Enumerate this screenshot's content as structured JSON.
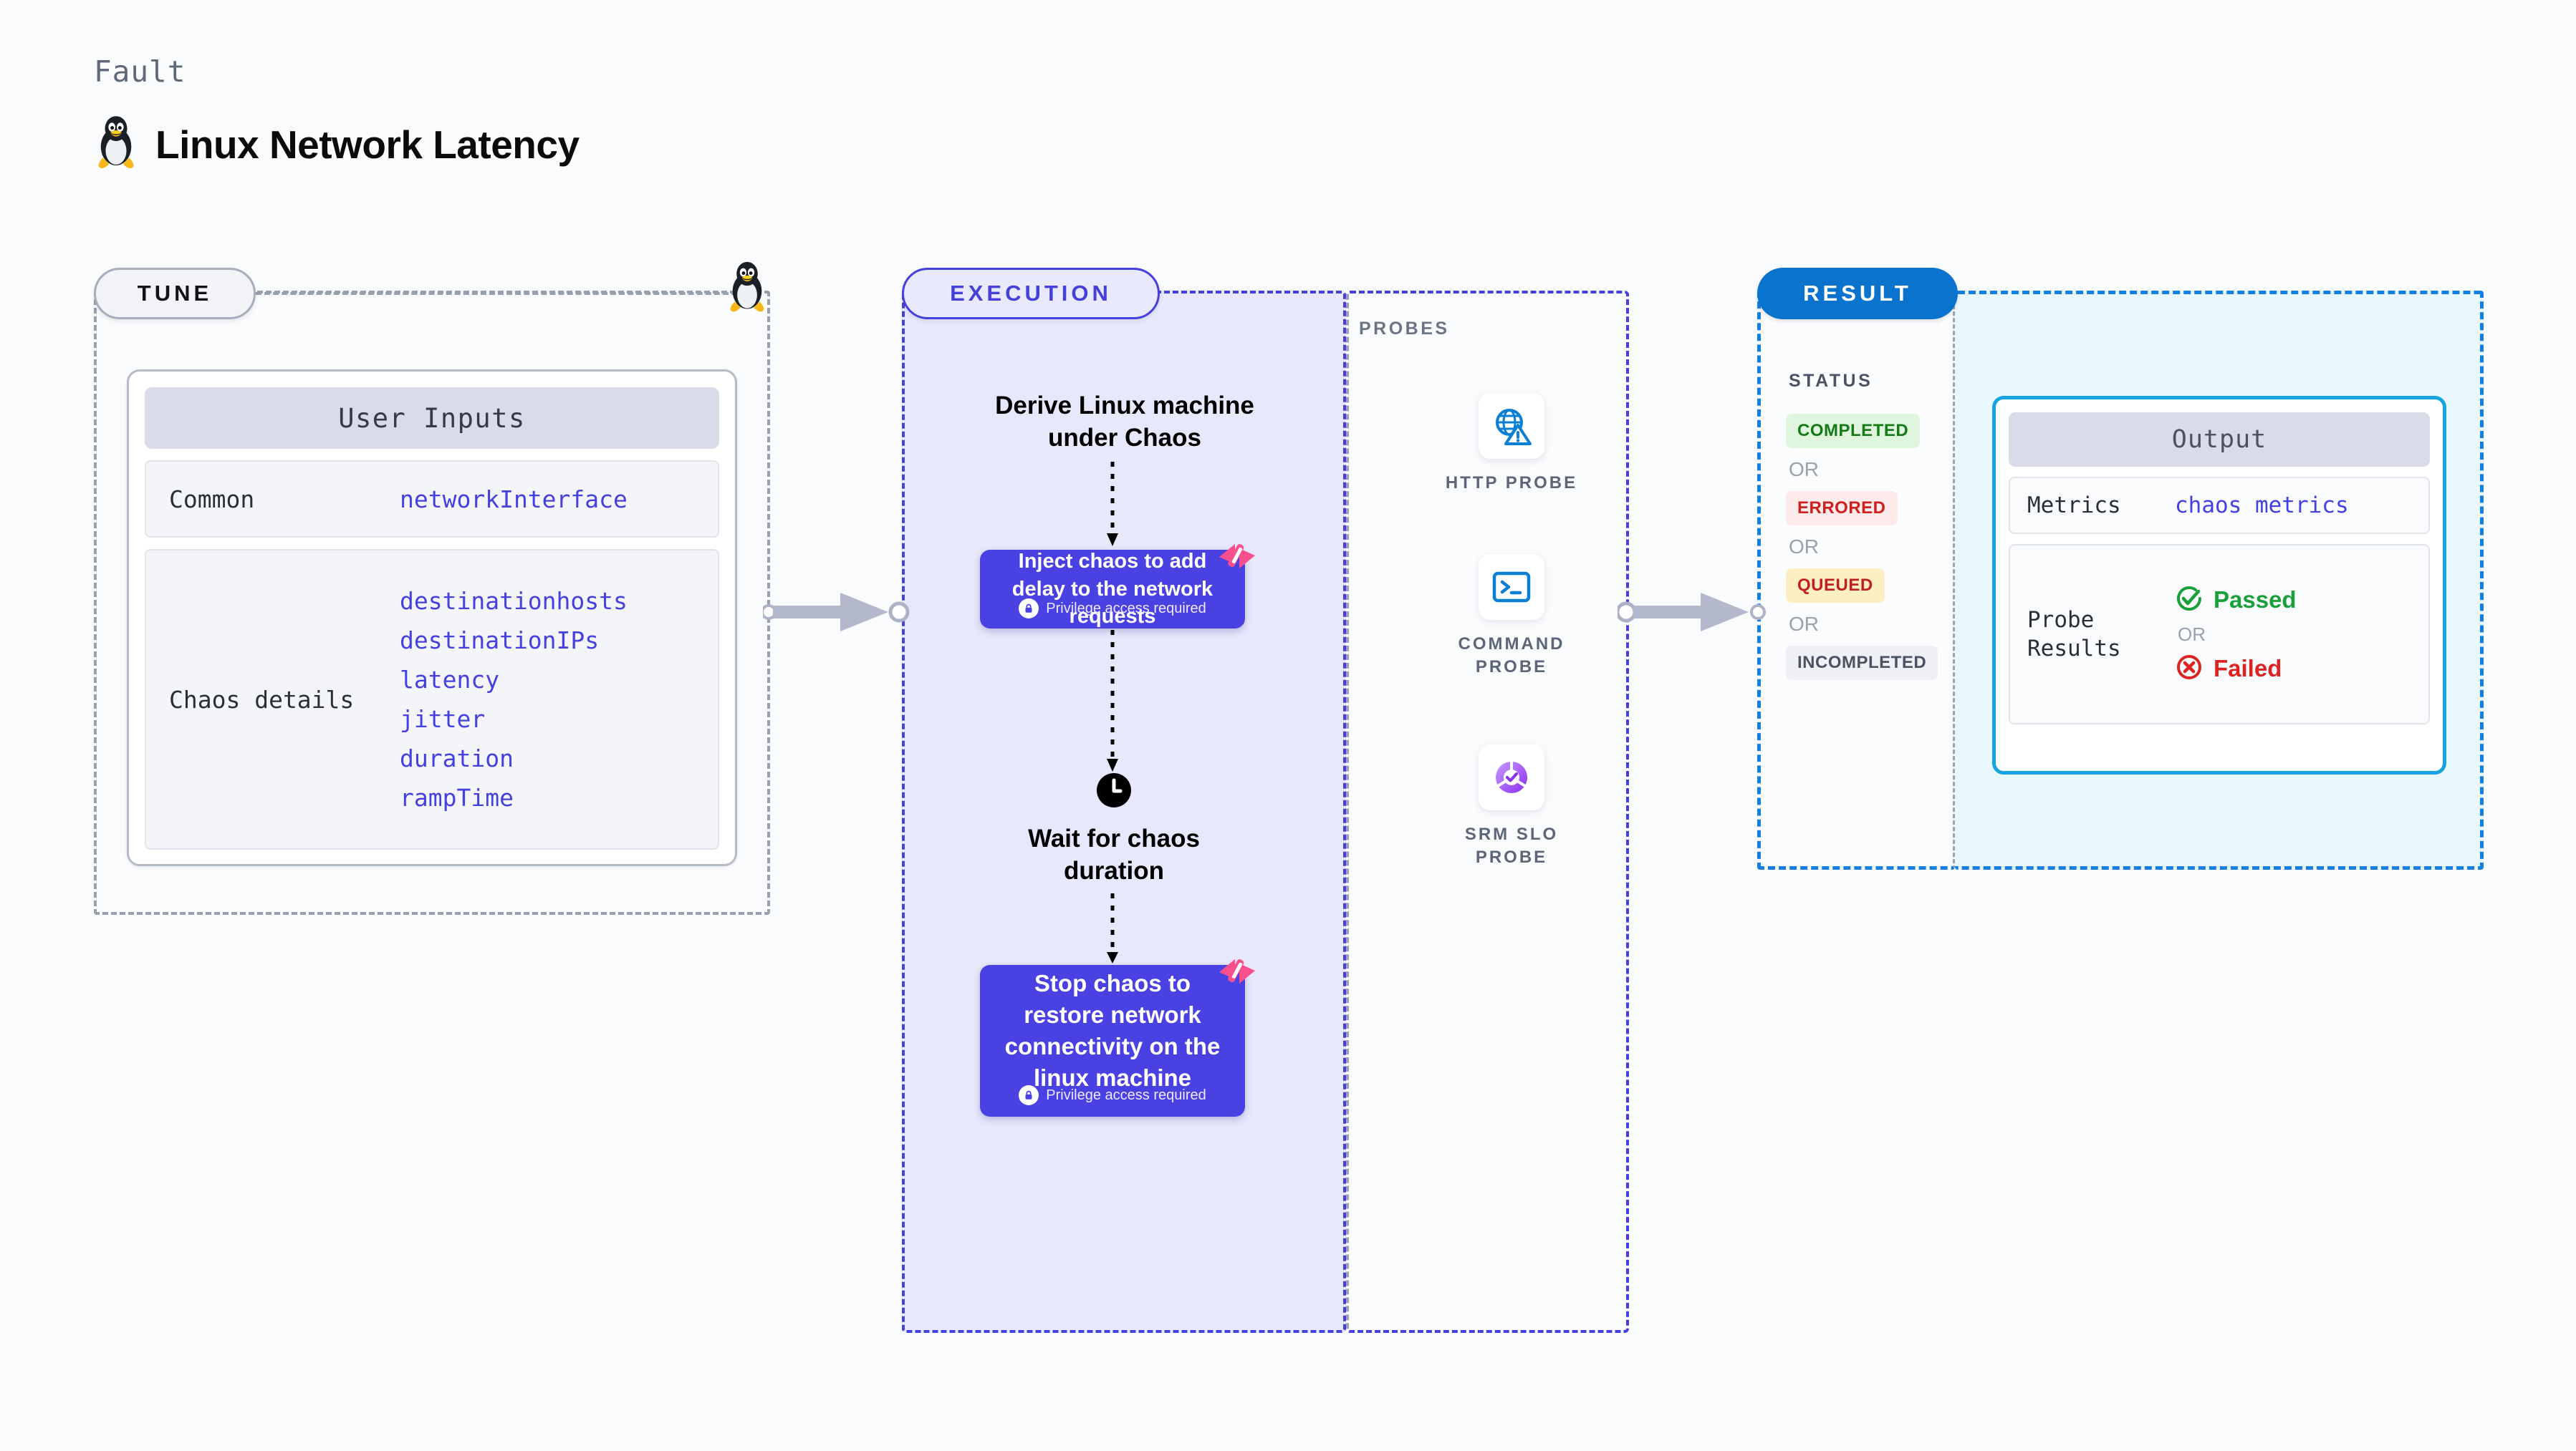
{
  "header": {
    "kicker": "Fault",
    "title": "Linux Network Latency",
    "logo_icon": "linux-tux-penguin-icon"
  },
  "colors": {
    "page_bg": "#fafbfd",
    "tune_accent": "#98a0b0",
    "execution_accent": "#4540db",
    "execution_fill": "#e7e8fc",
    "result_accent": "#1280e3",
    "result_fill": "#e9f8fe",
    "node_purple": "#4a41e2",
    "mono_value": "#4541e0",
    "harness_pink": "#fa4f8d",
    "probe_blue": "#0b7fd4",
    "probe_purple": "#9b4ff5",
    "passed_green": "#19a03a",
    "failed_red": "#dd2222"
  },
  "tune": {
    "pill_label": "TUNE",
    "corner_icon": "linux-tux-penguin-icon",
    "card": {
      "heading": "User Inputs",
      "rows": [
        {
          "label": "Common",
          "values": [
            "networkInterface"
          ]
        },
        {
          "label": "Chaos details",
          "values": [
            "destinationhosts",
            "destinationIPs",
            "latency",
            "jitter",
            "duration",
            "rampTime"
          ]
        }
      ]
    }
  },
  "execution": {
    "pill_label": "EXECUTION",
    "steps": [
      {
        "kind": "plain",
        "text": "Derive Linux machine under Chaos"
      },
      {
        "kind": "node",
        "text": "Inject chaos to add delay to the network requests",
        "privilege_note": "Privilege access required",
        "privilege_icon": "lock-icon",
        "badge_icon": "harness-logo-icon"
      },
      {
        "kind": "clock",
        "icon": "clock-icon",
        "text": "Wait for chaos duration"
      },
      {
        "kind": "node",
        "text": "Stop chaos to restore network connectivity on the linux machine",
        "privilege_note": "Privilege access required",
        "privilege_icon": "lock-icon",
        "badge_icon": "harness-logo-icon"
      }
    ]
  },
  "probes": {
    "label": "PROBES",
    "items": [
      {
        "name": "HTTP PROBE",
        "icon": "globe-warning-icon"
      },
      {
        "name": "COMMAND PROBE",
        "icon": "terminal-prompt-icon"
      },
      {
        "name": "SRM SLO PROBE",
        "icon": "donut-check-icon"
      }
    ]
  },
  "result": {
    "pill_label": "RESULT",
    "status_label": "STATUS",
    "or_label": "OR",
    "statuses": [
      {
        "label": "COMPLETED",
        "bg": "#dff5dd",
        "fg": "#157b17"
      },
      {
        "label": "ERRORED",
        "bg": "#fdeaea",
        "fg": "#cf2020"
      },
      {
        "label": "QUEUED",
        "bg": "#fdeec3",
        "fg": "#c22020"
      },
      {
        "label": "INCOMPLETED",
        "bg": "#eef0f5",
        "fg": "#4b5362"
      }
    ],
    "output": {
      "heading": "Output",
      "metrics_label": "Metrics",
      "metrics_value": "chaos metrics",
      "probe_results_label": "Probe Results",
      "or_label": "OR",
      "passed_label": "Passed",
      "passed_icon": "check-circle-icon",
      "failed_label": "Failed",
      "failed_icon": "x-circle-icon"
    }
  }
}
